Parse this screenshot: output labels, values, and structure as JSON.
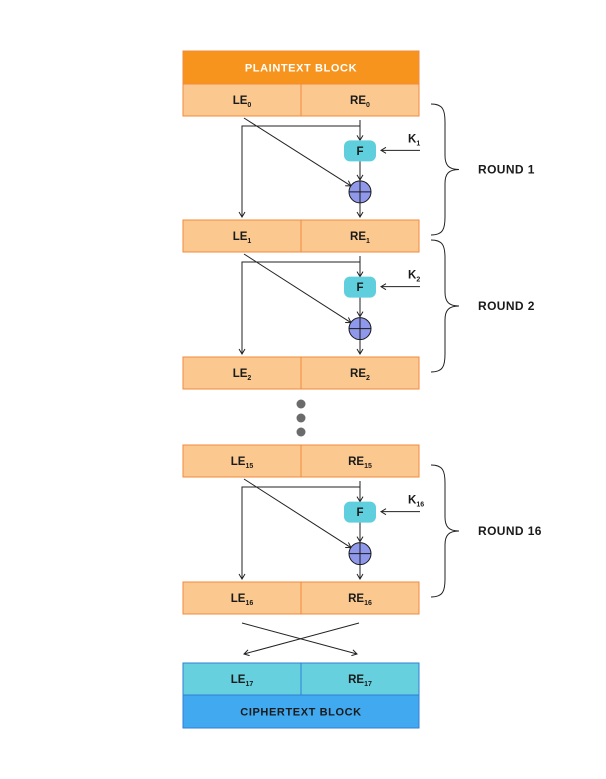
{
  "plaintext": "PLAINTEXT BLOCK",
  "ciphertext": "CIPHERTEXT BLOCK",
  "function_label": "F",
  "rows": [
    {
      "left": "LE",
      "left_sub": "0",
      "right": "RE",
      "right_sub": "0"
    },
    {
      "left": "LE",
      "left_sub": "1",
      "right": "RE",
      "right_sub": "1"
    },
    {
      "left": "LE",
      "left_sub": "2",
      "right": "RE",
      "right_sub": "2"
    },
    {
      "left": "LE",
      "left_sub": "15",
      "right": "RE",
      "right_sub": "15"
    },
    {
      "left": "LE",
      "left_sub": "16",
      "right": "RE",
      "right_sub": "16"
    }
  ],
  "final_row": {
    "left": "LE",
    "left_sub": "17",
    "right": "RE",
    "right_sub": "17"
  },
  "rounds": [
    {
      "label": "ROUND 1",
      "key": "K",
      "key_sub": "1"
    },
    {
      "label": "ROUND 2",
      "key": "K",
      "key_sub": "2"
    },
    {
      "label": "ROUND 16",
      "key": "K",
      "key_sub": "16"
    }
  ],
  "colors": {
    "plaintext_fill": "#f7941d",
    "block_fill": "#fbc98f",
    "block_stroke": "#f08a3c",
    "function_fill": "#5fcfde",
    "xor_fill": "#8f98ea",
    "final_fill": "#66d0de",
    "ciphertext_fill": "#40a9f0",
    "final_stroke": "#2f7fd6",
    "line": "#222222",
    "dots": "#6b6b6b"
  }
}
